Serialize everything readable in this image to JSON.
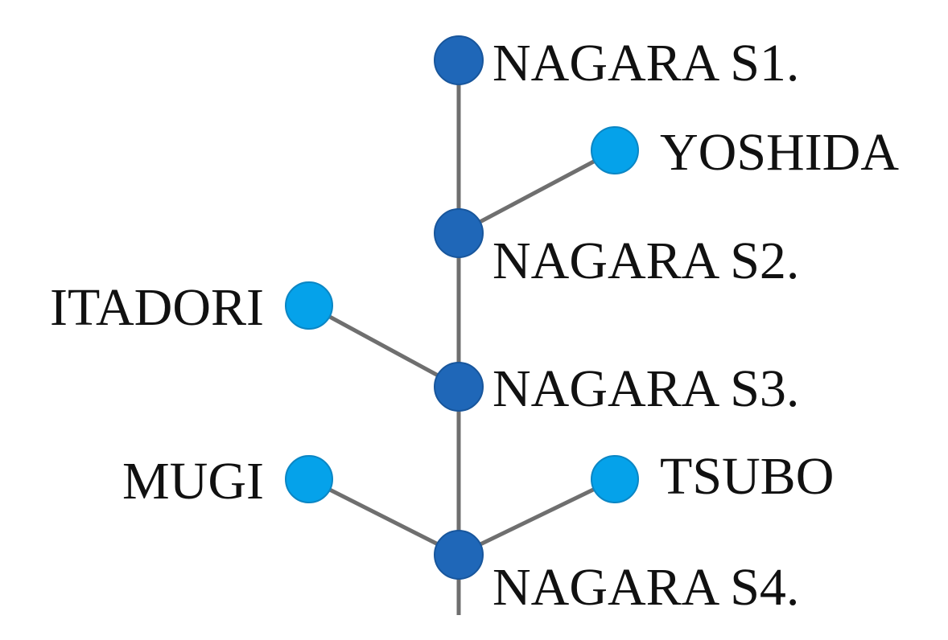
{
  "colors": {
    "main_node": "#1f67b8",
    "main_node_stroke": "#18569c",
    "branch_node": "#05a2ea",
    "branch_node_stroke": "#0b86c4",
    "edge": "#6f6f6f",
    "label": "#111111"
  },
  "main_line": [
    {
      "id": "s1",
      "label": "NAGARA S1."
    },
    {
      "id": "s2",
      "label": "NAGARA S2."
    },
    {
      "id": "s3",
      "label": "NAGARA S3."
    },
    {
      "id": "s4",
      "label": "NAGARA S4."
    }
  ],
  "branches": [
    {
      "id": "yoshida",
      "label": "YOSHIDA",
      "connects_to": "s2",
      "side": "right"
    },
    {
      "id": "itadori",
      "label": "ITADORI",
      "connects_to": "s3",
      "side": "left"
    },
    {
      "id": "mugi",
      "label": "MUGI",
      "connects_to": "s4",
      "side": "left"
    },
    {
      "id": "tsubo",
      "label": "TSUBO",
      "connects_to": "s4",
      "side": "right"
    }
  ]
}
